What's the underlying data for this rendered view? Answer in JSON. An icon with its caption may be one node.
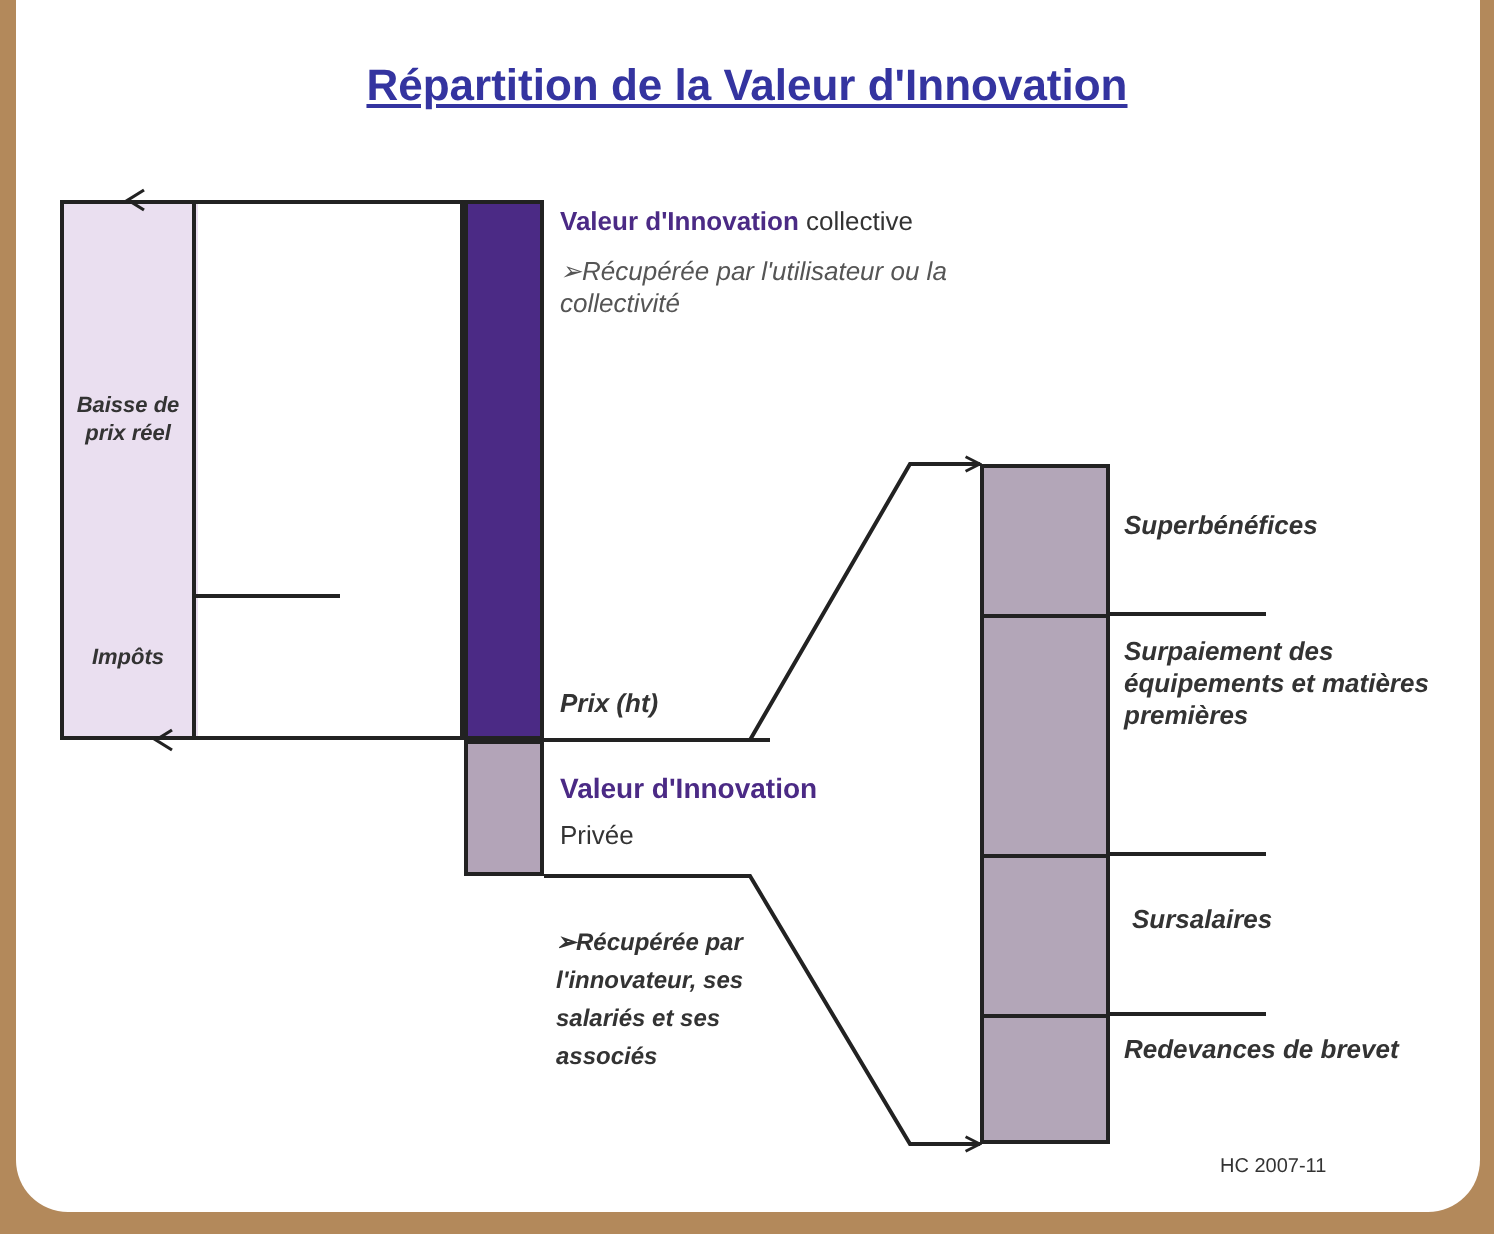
{
  "diagram": {
    "title": "Répartition de la Valeur d'Innovation",
    "nodes": [
      {
        "text": [],
        "shape": "box"
      },
      {
        "text": [
          "**Valeur d'Innovation** collective",
          "➢Récupérée par l'utilisateur ou la collectivité"
        ]
      },
      {
        "text": [
          "Valeur d'Innovation",
          "Privée"
        ],
        "beside": [
          "➢Récupérée par l'innovateur, ses salariés et ses associés"
        ]
      },
      {
        "text": [
          "Superbénéfices"
        ]
      },
      {
        "text": [
          "Surpaiement des équipements et matières premières"
        ]
      },
      {
        "text": [
          "Sursalaires"
        ]
      },
      {
        "text": [
          "Redevances de brevet"
        ]
      }
    ],
    "edges": [
      {
        "from": 2,
        "to": 3,
        "arrow": "to"
      },
      {
        "from": 2,
        "to": 6,
        "arrow": "to"
      }
    ],
    "labels": [
      "Baisse de prix réel",
      "Impôts",
      "Prix (ht)",
      "HC 2007-11"
    ]
  }
}
